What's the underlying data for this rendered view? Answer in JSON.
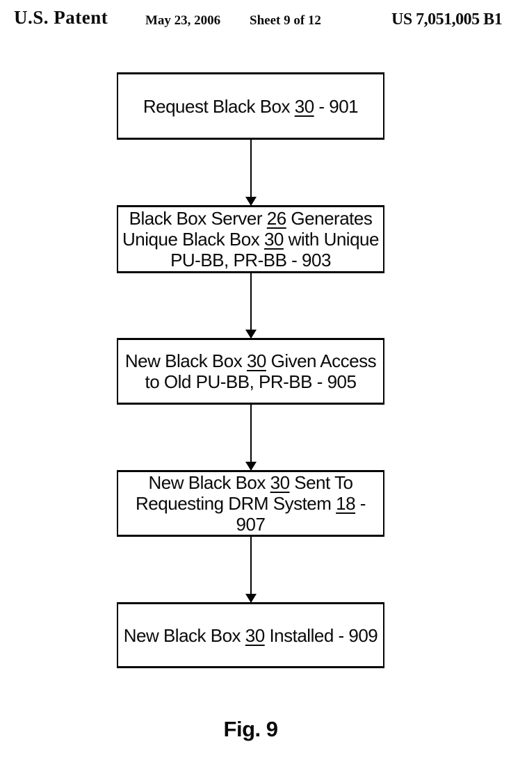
{
  "header": {
    "patent_label": "U.S. Patent",
    "date": "May 23, 2006",
    "sheet_info": "Sheet 9 of 12",
    "patent_number": "US 7,051,005 B1"
  },
  "flowchart": {
    "boxes": [
      {
        "ref": "901",
        "lines": [
          {
            "segments": [
              {
                "text": "Request Black Box "
              },
              {
                "text": "30",
                "underline": true
              },
              {
                "text": " - 901"
              }
            ]
          }
        ]
      },
      {
        "ref": "903",
        "lines": [
          {
            "segments": [
              {
                "text": "Black Box Server "
              },
              {
                "text": "26",
                "underline": true
              },
              {
                "text": " Generates"
              }
            ]
          },
          {
            "segments": [
              {
                "text": "Unique Black Box "
              },
              {
                "text": "30",
                "underline": true
              },
              {
                "text": " with Unique"
              }
            ]
          },
          {
            "segments": [
              {
                "text": "PU-BB, PR-BB - 903"
              }
            ]
          }
        ]
      },
      {
        "ref": "905",
        "lines": [
          {
            "segments": [
              {
                "text": "New Black Box "
              },
              {
                "text": "30",
                "underline": true
              },
              {
                "text": " Given Access"
              }
            ]
          },
          {
            "segments": [
              {
                "text": "to Old PU-BB, PR-BB - 905"
              }
            ]
          }
        ]
      },
      {
        "ref": "907",
        "lines": [
          {
            "segments": [
              {
                "text": "New Black Box "
              },
              {
                "text": "30",
                "underline": true
              },
              {
                "text": " Sent To"
              }
            ]
          },
          {
            "segments": [
              {
                "text": "Requesting DRM System "
              },
              {
                "text": "18",
                "underline": true
              },
              {
                "text": " -"
              }
            ]
          },
          {
            "segments": [
              {
                "text": "907"
              }
            ]
          }
        ]
      },
      {
        "ref": "909",
        "lines": [
          {
            "segments": [
              {
                "text": "New Black Box "
              },
              {
                "text": "30",
                "underline": true
              },
              {
                "text": " Installed - 909"
              }
            ]
          }
        ]
      }
    ]
  },
  "caption": "Fig. 9",
  "colors": {
    "ink": "#0a0a0a",
    "paper": "#ffffff"
  }
}
